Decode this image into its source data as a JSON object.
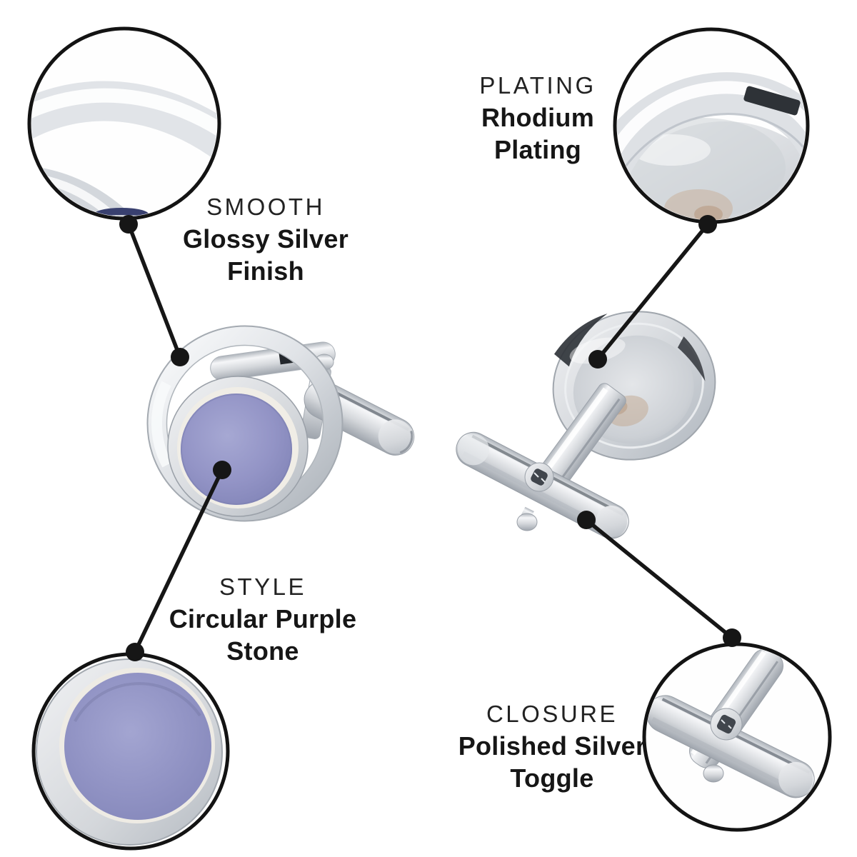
{
  "figure": {
    "type": "product-feature-infographic",
    "background": "#ffffff",
    "product": {
      "name": "Silver Cufflink with Circular Purple Stone",
      "views": [
        {
          "id": "front-view",
          "description": "cufflink front: open silver ring frame around circular purple stone with bullet toggle post"
        },
        {
          "id": "back-view",
          "description": "cufflink back: rhodium plated disc with post and polished silver toggle bar"
        }
      ]
    }
  },
  "callouts": [
    {
      "id": "smooth",
      "heading": "SMOOTH",
      "lines": [
        "Glossy Silver",
        "Finish"
      ],
      "detail": "macro view of glossy silver rings"
    },
    {
      "id": "plating",
      "heading": "PLATING",
      "lines": [
        "Rhodium",
        "Plating"
      ],
      "detail": "macro view of rhodium plated ring and disc"
    },
    {
      "id": "style",
      "heading": "STYLE",
      "lines": [
        "Circular Purple",
        "Stone"
      ],
      "detail": "macro view of circular purple stone in silver bezel"
    },
    {
      "id": "closure",
      "heading": "CLOSURE",
      "lines": [
        "Polished Silver",
        "Toggle"
      ],
      "detail": "macro view of polished silver toggle bars"
    }
  ],
  "colors": {
    "text": "#1b1b1b",
    "connector_line": "#161616",
    "callout_ring": "#131313",
    "stone_purple": "#9394c6",
    "silver_light": "#f5f6f8",
    "silver_mid": "#d4d7db",
    "silver_dark": "#9fa5ad",
    "crystal_dark": "#40454c"
  }
}
